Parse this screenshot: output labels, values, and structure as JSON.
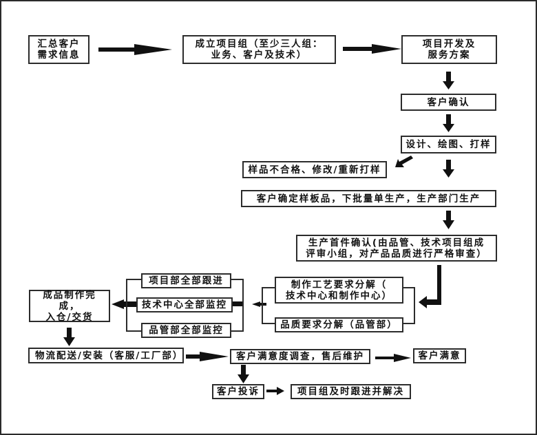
{
  "diagram": {
    "type": "flowchart",
    "colors": {
      "line": "#2b2b2b",
      "arrow": "#111111",
      "background": "#ffffff"
    },
    "nodes": {
      "collect": "汇总客户\n需求信息",
      "team": "成立项目组（至少三人组：\n业务、客户及技术）",
      "develop": "项目开发及\n服务方案",
      "confirm": "客户确认",
      "design": "设计、绘图、打样",
      "reject": "样品不合格、修改/重新打样",
      "approve": "客户确定样板品，下批量单生产，生产部门生产",
      "first_check": "生产首件确认(由品管、技术项目组成\n评审小组，对产品品质进行严格审查）",
      "process_req": "制作工艺要求分解（\n技术中心和制作中心）",
      "quality_req": "品质要求分解（品管部）",
      "proj_follow": "项目部全部跟进",
      "tech_monitor": "技术中心全部监控",
      "qc_monitor": "品管部全部监控",
      "finished": "成品制作完成，\n入仓/交货",
      "logistics": "物流配送/安装（客服/工厂部）",
      "survey": "客户满意度调查，售后维护",
      "satisfied": "客户满意",
      "complaint": "客户投诉",
      "resolve": "项目组及时跟进并解决"
    },
    "edges": [
      [
        "collect",
        "team"
      ],
      [
        "team",
        "develop"
      ],
      [
        "develop",
        "confirm"
      ],
      [
        "confirm",
        "design"
      ],
      [
        "design",
        "reject"
      ],
      [
        "design",
        "approve"
      ],
      [
        "approve",
        "first_check"
      ],
      [
        "first_check",
        "process_req+quality_req"
      ],
      [
        "process_req+quality_req",
        "proj_follow+tech_monitor+qc_monitor"
      ],
      [
        "proj_follow+tech_monitor+qc_monitor",
        "finished"
      ],
      [
        "finished",
        "logistics"
      ],
      [
        "logistics",
        "survey"
      ],
      [
        "survey",
        "satisfied"
      ],
      [
        "survey",
        "complaint"
      ],
      [
        "complaint",
        "resolve"
      ]
    ]
  }
}
